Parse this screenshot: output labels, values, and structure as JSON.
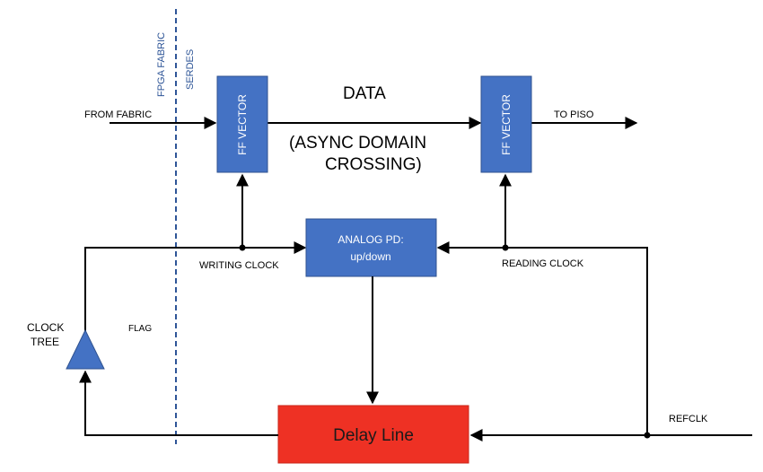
{
  "labels": {
    "fpga_fabric": "FPGA FABRIC",
    "serdes": "SERDES",
    "from_fabric": "FROM FABRIC",
    "data": "DATA",
    "async_line1": "(ASYNC DOMAIN",
    "async_line2": "CROSSING)",
    "to_piso": "TO PISO",
    "writing_clock": "WRITING CLOCK",
    "reading_clock": "READING CLOCK",
    "clock_tree_line1": "CLOCK",
    "clock_tree_line2": "TREE",
    "flag": "FLAG",
    "refclk": "REFCLK"
  },
  "blocks": {
    "ff_vector_left": "FF VECTOR",
    "ff_vector_right": "FF VECTOR",
    "analog_pd_line1": "ANALOG PD:",
    "analog_pd_line2": "up/down",
    "delay_line": "Delay Line"
  },
  "colors": {
    "block_blue": "#4472c4",
    "block_blue_border": "#2f528f",
    "delay_red": "#ee3124",
    "dashed_line": "#2e5597",
    "wire": "#000000"
  }
}
